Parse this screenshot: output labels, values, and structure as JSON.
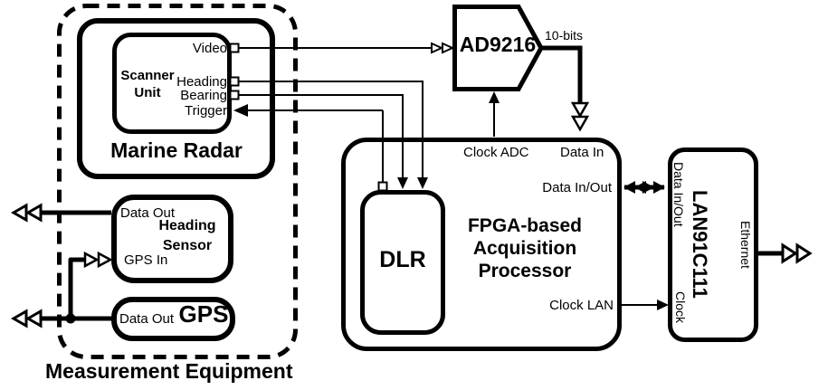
{
  "colors": {
    "ink": "#000000",
    "background": "#ffffff"
  },
  "measurement_equipment": {
    "label": "Measurement Equipment",
    "marine_radar": {
      "label": "Marine Radar",
      "scanner_unit": {
        "label": "Scanner\nUnit",
        "ports": {
          "video": "Video",
          "heading": "Heading",
          "bearing": "Bearing",
          "trigger": "Trigger"
        }
      }
    },
    "heading_sensor": {
      "label": "Heading\nSensor",
      "data_out": "Data Out",
      "gps_in": "GPS In"
    },
    "gps": {
      "label": "GPS",
      "data_out": "Data Out"
    }
  },
  "adc": {
    "label": "AD9216",
    "output": "10-bits"
  },
  "fpga": {
    "label": "FPGA-based\nAcquisition\nProcessor",
    "ports": {
      "clock_adc": "Clock ADC",
      "data_in": "Data In",
      "data_in_out": "Data In/Out",
      "clock_lan": "Clock LAN"
    },
    "dlr": {
      "label": "DLR"
    }
  },
  "lan": {
    "label": "LAN91C111",
    "ports": {
      "data_in_out": "Data In/Out",
      "ethernet": "Ethernet",
      "clock": "Clock"
    }
  }
}
